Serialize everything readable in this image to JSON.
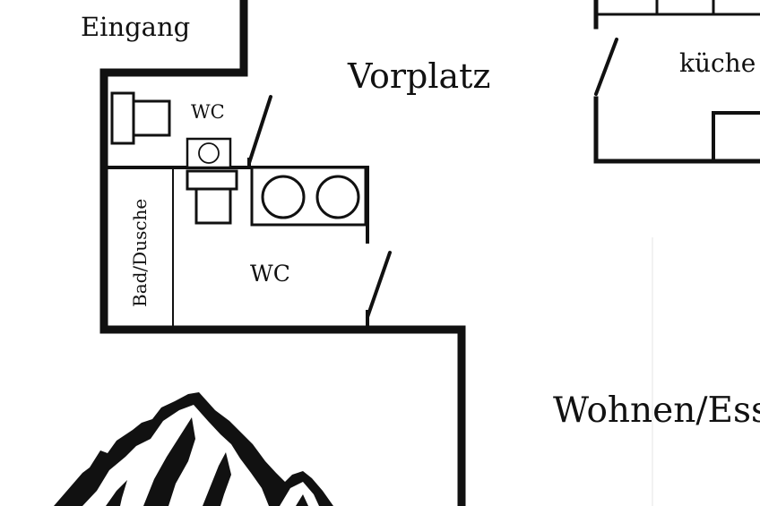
{
  "rooms": {
    "eingang": "Eingang",
    "vorplatz": "Vorplatz",
    "kueche": "küche",
    "wc_small": "WC",
    "wc_large": "WC",
    "bad": "Bad/Dusche",
    "wohnen": "Wohnen/Ess"
  },
  "colors": {
    "ink": "#111111",
    "background": "#ffffff"
  },
  "icons": {
    "logo": "mountain-logo-icon"
  }
}
